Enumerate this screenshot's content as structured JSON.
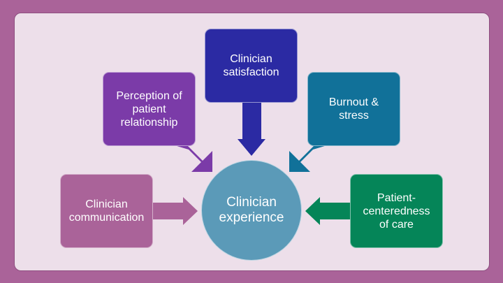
{
  "diagram": {
    "center": {
      "label": "Clinician\nexperience",
      "color": "#5B9AB8"
    },
    "nodes": [
      {
        "id": "satisfaction",
        "label": "Clinician\nsatisfaction",
        "color": "#2B2AA3"
      },
      {
        "id": "perception",
        "label": "Perception of\npatient\nrelationship",
        "color": "#7B3BA8"
      },
      {
        "id": "burnout",
        "label": "Burnout &\nstress",
        "color": "#117199"
      },
      {
        "id": "communication",
        "label": "Clinician\ncommunication",
        "color": "#AA6399"
      },
      {
        "id": "patient-centeredness",
        "label": "Patient-\ncenteredness\nof care",
        "color": "#058558"
      }
    ],
    "edges": [
      {
        "from": "satisfaction",
        "to": "center"
      },
      {
        "from": "perception",
        "to": "center"
      },
      {
        "from": "burnout",
        "to": "center"
      },
      {
        "from": "communication",
        "to": "center"
      },
      {
        "from": "patient-centeredness",
        "to": "center"
      }
    ]
  },
  "colors": {
    "background": "#AA6399",
    "panel": "#EDDFEA"
  }
}
